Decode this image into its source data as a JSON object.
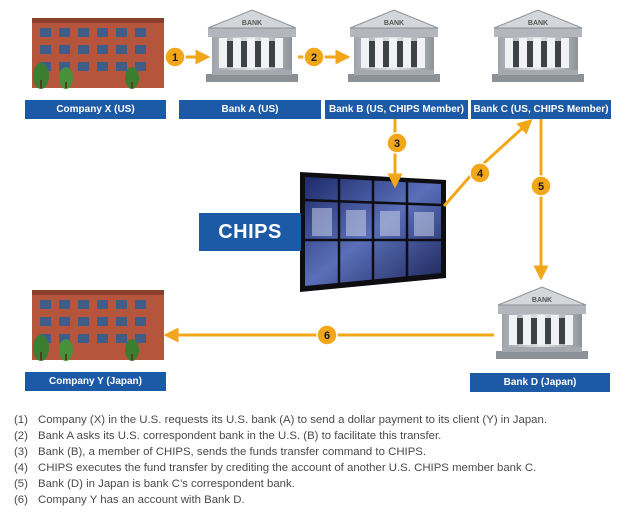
{
  "entities": {
    "company_x": "Company X (US)",
    "bank_a": "Bank A (US)",
    "bank_b": "Bank B (US, CHIPS Member)",
    "bank_c": "Bank C (US, CHIPS Member)",
    "chips": "CHIPS",
    "company_y": "Company Y (Japan)",
    "bank_d": "Bank D (Japan)"
  },
  "building_sign": "BANK",
  "steps": [
    {
      "id": "1",
      "from": "Company X (US)",
      "to": "Bank A (US)"
    },
    {
      "id": "2",
      "from": "Bank A (US)",
      "to": "Bank B (US, CHIPS Member)"
    },
    {
      "id": "3",
      "from": "Bank B (US, CHIPS Member)",
      "to": "CHIPS"
    },
    {
      "id": "4",
      "from": "CHIPS",
      "to": "Bank C (US, CHIPS Member)"
    },
    {
      "id": "5",
      "from": "Bank C (US, CHIPS Member)",
      "to": "Bank D (Japan)"
    },
    {
      "id": "6",
      "from": "Bank D (Japan)",
      "to": "Company Y (Japan)"
    }
  ],
  "notes": [
    {
      "num": "(1)",
      "text": "Company (X) in the U.S. requests its U.S. bank (A) to send a dollar payment to its client (Y) in Japan."
    },
    {
      "num": "(2)",
      "text": "Bank A asks its U.S. correspondent bank in the U.S. (B) to facilitate this transfer."
    },
    {
      "num": "(3)",
      "text": "Bank (B), a member of CHIPS, sends the funds transfer command to CHIPS."
    },
    {
      "num": "(4)",
      "text": "CHIPS executes the fund transfer by crediting the account of another U.S. CHIPS member bank C."
    },
    {
      "num": "(5)",
      "text": "Bank (D) in Japan is bank C’s correspondent bank."
    },
    {
      "num": "(6)",
      "text": "Company Y has an account with Bank D."
    }
  ],
  "colors": {
    "label_bg": "#1c5aa6",
    "arrow": "#f2a71b",
    "badge_text": "#1a1a1a",
    "brick": "#b5553c",
    "bank_stone": "#c9ccd1",
    "note_text": "#4a4a4a"
  }
}
